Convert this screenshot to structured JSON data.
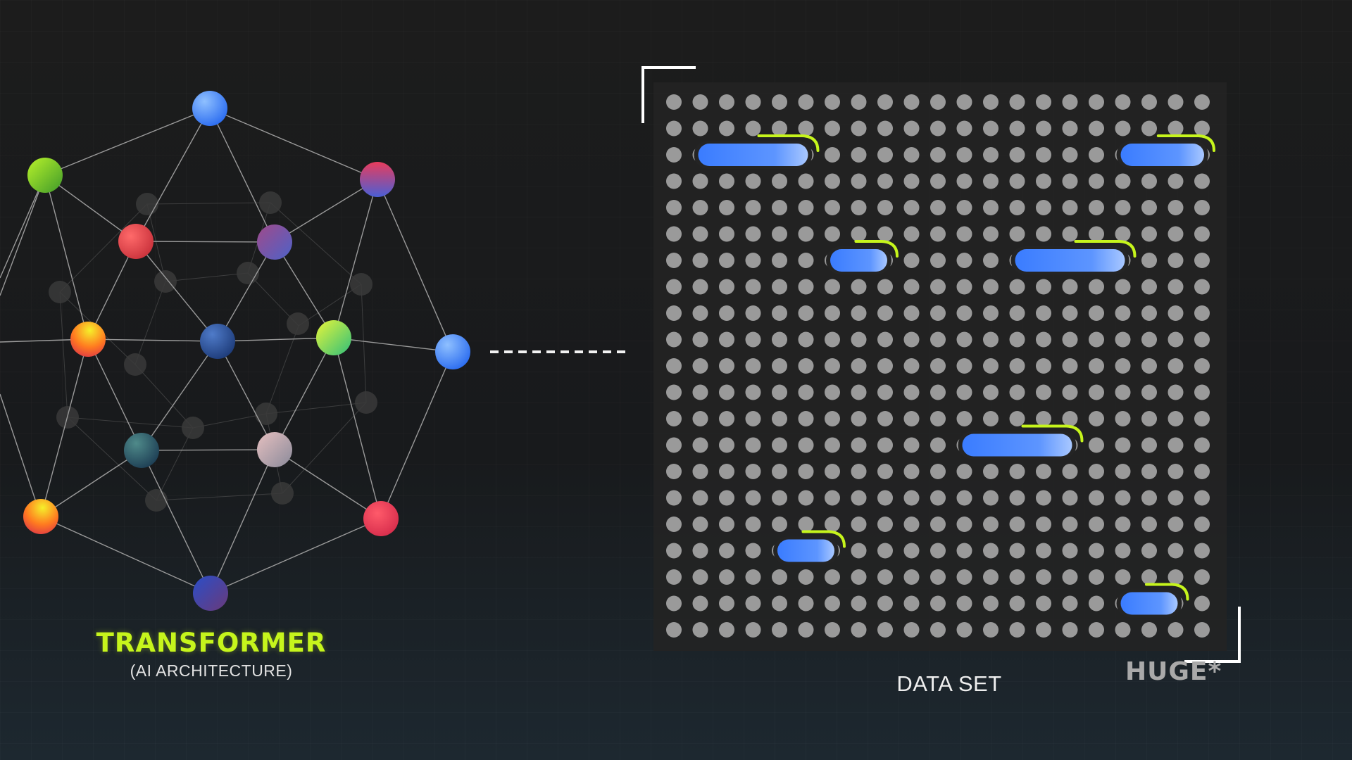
{
  "diagram": {
    "network": {
      "title": "TRANSFORMER",
      "subtitle": "(AI ARCHITECTURE)"
    },
    "dataset": {
      "label": "DATA SET",
      "annotation": "HUGE*",
      "grid_rows": 21,
      "grid_cols": 21,
      "highlighted_segments": [
        {
          "row": 2,
          "col_start": 1,
          "col_end": 5
        },
        {
          "row": 2,
          "col_start": 17,
          "col_end": 20
        },
        {
          "row": 6,
          "col_start": 6,
          "col_end": 8
        },
        {
          "row": 6,
          "col_start": 13,
          "col_end": 17
        },
        {
          "row": 13,
          "col_start": 11,
          "col_end": 15
        },
        {
          "row": 17,
          "col_start": 4,
          "col_end": 6
        },
        {
          "row": 19,
          "col_start": 17,
          "col_end": 19
        }
      ]
    },
    "colors": {
      "accent": "#c6f51c",
      "highlight_blue": "#3a7cff",
      "grid_dot": "#9a9a9a",
      "panel": "#242424"
    }
  }
}
